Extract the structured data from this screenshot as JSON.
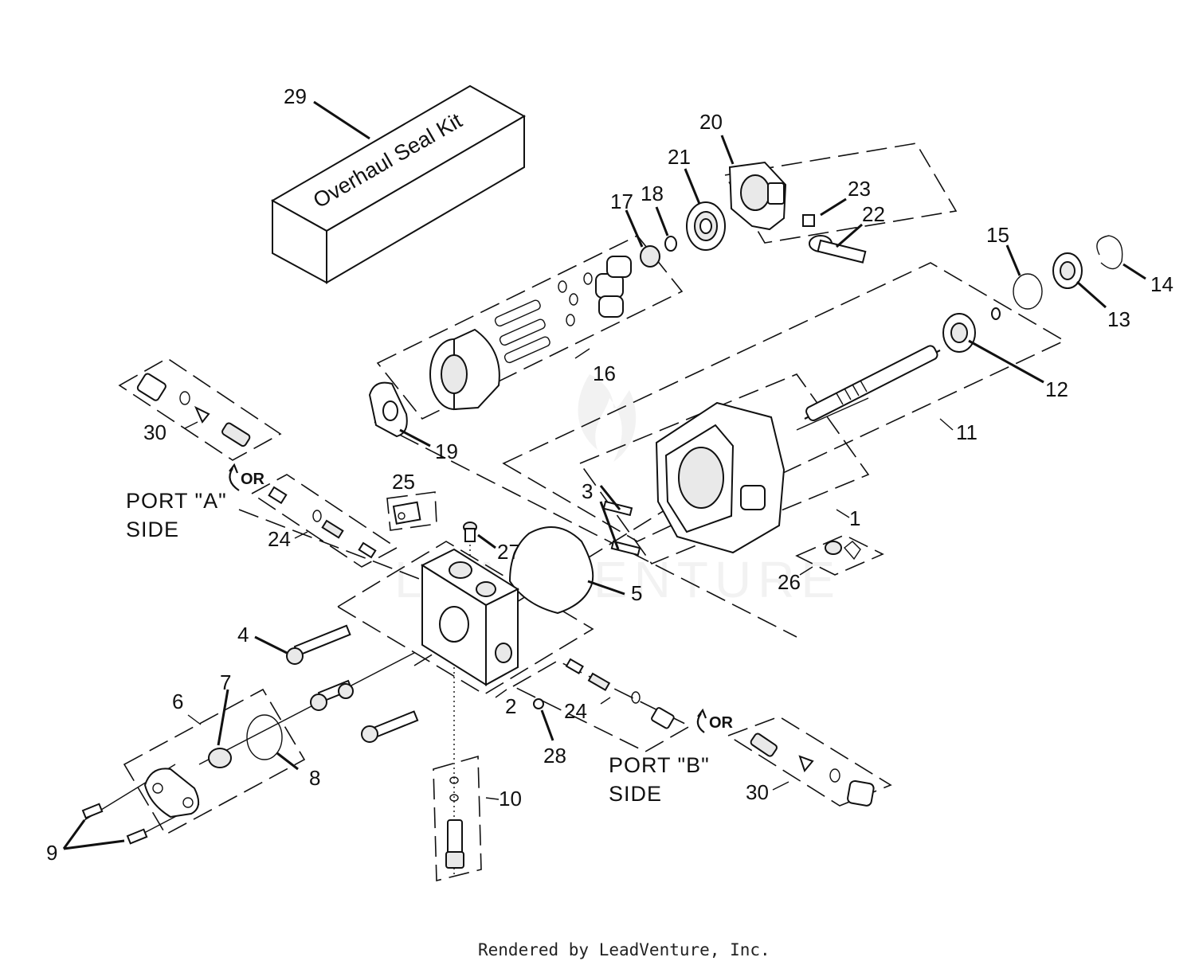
{
  "kit": {
    "text": "Overhaul Seal Kit"
  },
  "callouts": [
    {
      "id": "c1",
      "text": "1"
    },
    {
      "id": "c2",
      "text": "2"
    },
    {
      "id": "c3",
      "text": "3"
    },
    {
      "id": "c4",
      "text": "4"
    },
    {
      "id": "c5",
      "text": "5"
    },
    {
      "id": "c6",
      "text": "6"
    },
    {
      "id": "c7",
      "text": "7"
    },
    {
      "id": "c8",
      "text": "8"
    },
    {
      "id": "c9",
      "text": "9"
    },
    {
      "id": "c10",
      "text": "10"
    },
    {
      "id": "c11",
      "text": "11"
    },
    {
      "id": "c12",
      "text": "12"
    },
    {
      "id": "c13",
      "text": "13"
    },
    {
      "id": "c14",
      "text": "14"
    },
    {
      "id": "c15",
      "text": "15"
    },
    {
      "id": "c16",
      "text": "16"
    },
    {
      "id": "c17",
      "text": "17"
    },
    {
      "id": "c18",
      "text": "18"
    },
    {
      "id": "c19",
      "text": "19"
    },
    {
      "id": "c20",
      "text": "20"
    },
    {
      "id": "c21",
      "text": "21"
    },
    {
      "id": "c22",
      "text": "22"
    },
    {
      "id": "c23",
      "text": "23"
    },
    {
      "id": "c24a",
      "text": "24"
    },
    {
      "id": "c24b",
      "text": "24"
    },
    {
      "id": "c25",
      "text": "25"
    },
    {
      "id": "c26",
      "text": "26"
    },
    {
      "id": "c27",
      "text": "27"
    },
    {
      "id": "c28",
      "text": "28"
    },
    {
      "id": "c29",
      "text": "29"
    },
    {
      "id": "c30a",
      "text": "30"
    },
    {
      "id": "c30b",
      "text": "30"
    }
  ],
  "ports": {
    "a_line1": "PORT \"A\"",
    "a_line2": "SIDE",
    "b_line1": "PORT \"B\"",
    "b_line2": "SIDE",
    "or_mark": "OR"
  },
  "footer": {
    "text": "Rendered by LeadVenture, Inc."
  },
  "watermark": {
    "text": "LEADVENTURE"
  }
}
